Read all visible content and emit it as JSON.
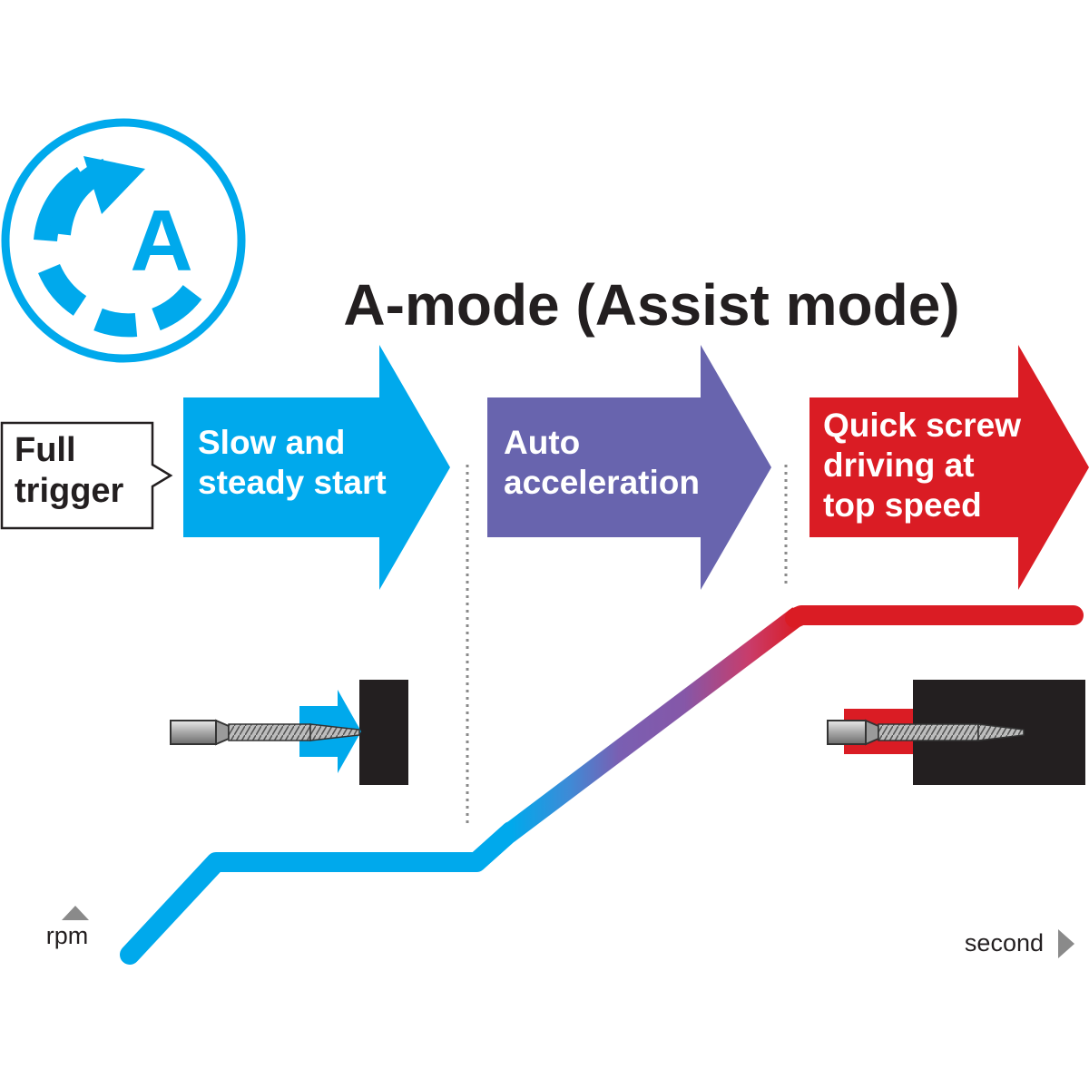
{
  "title": "A-mode (Assist mode)",
  "logo": {
    "letter": "A",
    "icon": "rotating-arrow-a-icon",
    "color": "#00a9ec"
  },
  "callout": {
    "lines": [
      "Full",
      "trigger"
    ]
  },
  "stages": [
    {
      "lines": [
        "Slow and",
        "steady start"
      ],
      "color": "#00a9ec"
    },
    {
      "lines": [
        "Auto",
        "acceleration"
      ],
      "color": "#6864ae"
    },
    {
      "lines": [
        "Quick screw",
        "driving at",
        "top speed"
      ],
      "color": "#da1c24"
    }
  ],
  "axes": {
    "y_label": "rpm",
    "x_label": "second"
  },
  "colors": {
    "line_slow": "#00a9ec",
    "line_mid": "#8557a8",
    "line_fast": "#da1c24",
    "block": "#231f20"
  },
  "illustrations": [
    {
      "icon": "screwdriver-screw-partially-inserted-icon"
    },
    {
      "icon": "screwdriver-screw-fully-inserted-icon"
    }
  ]
}
